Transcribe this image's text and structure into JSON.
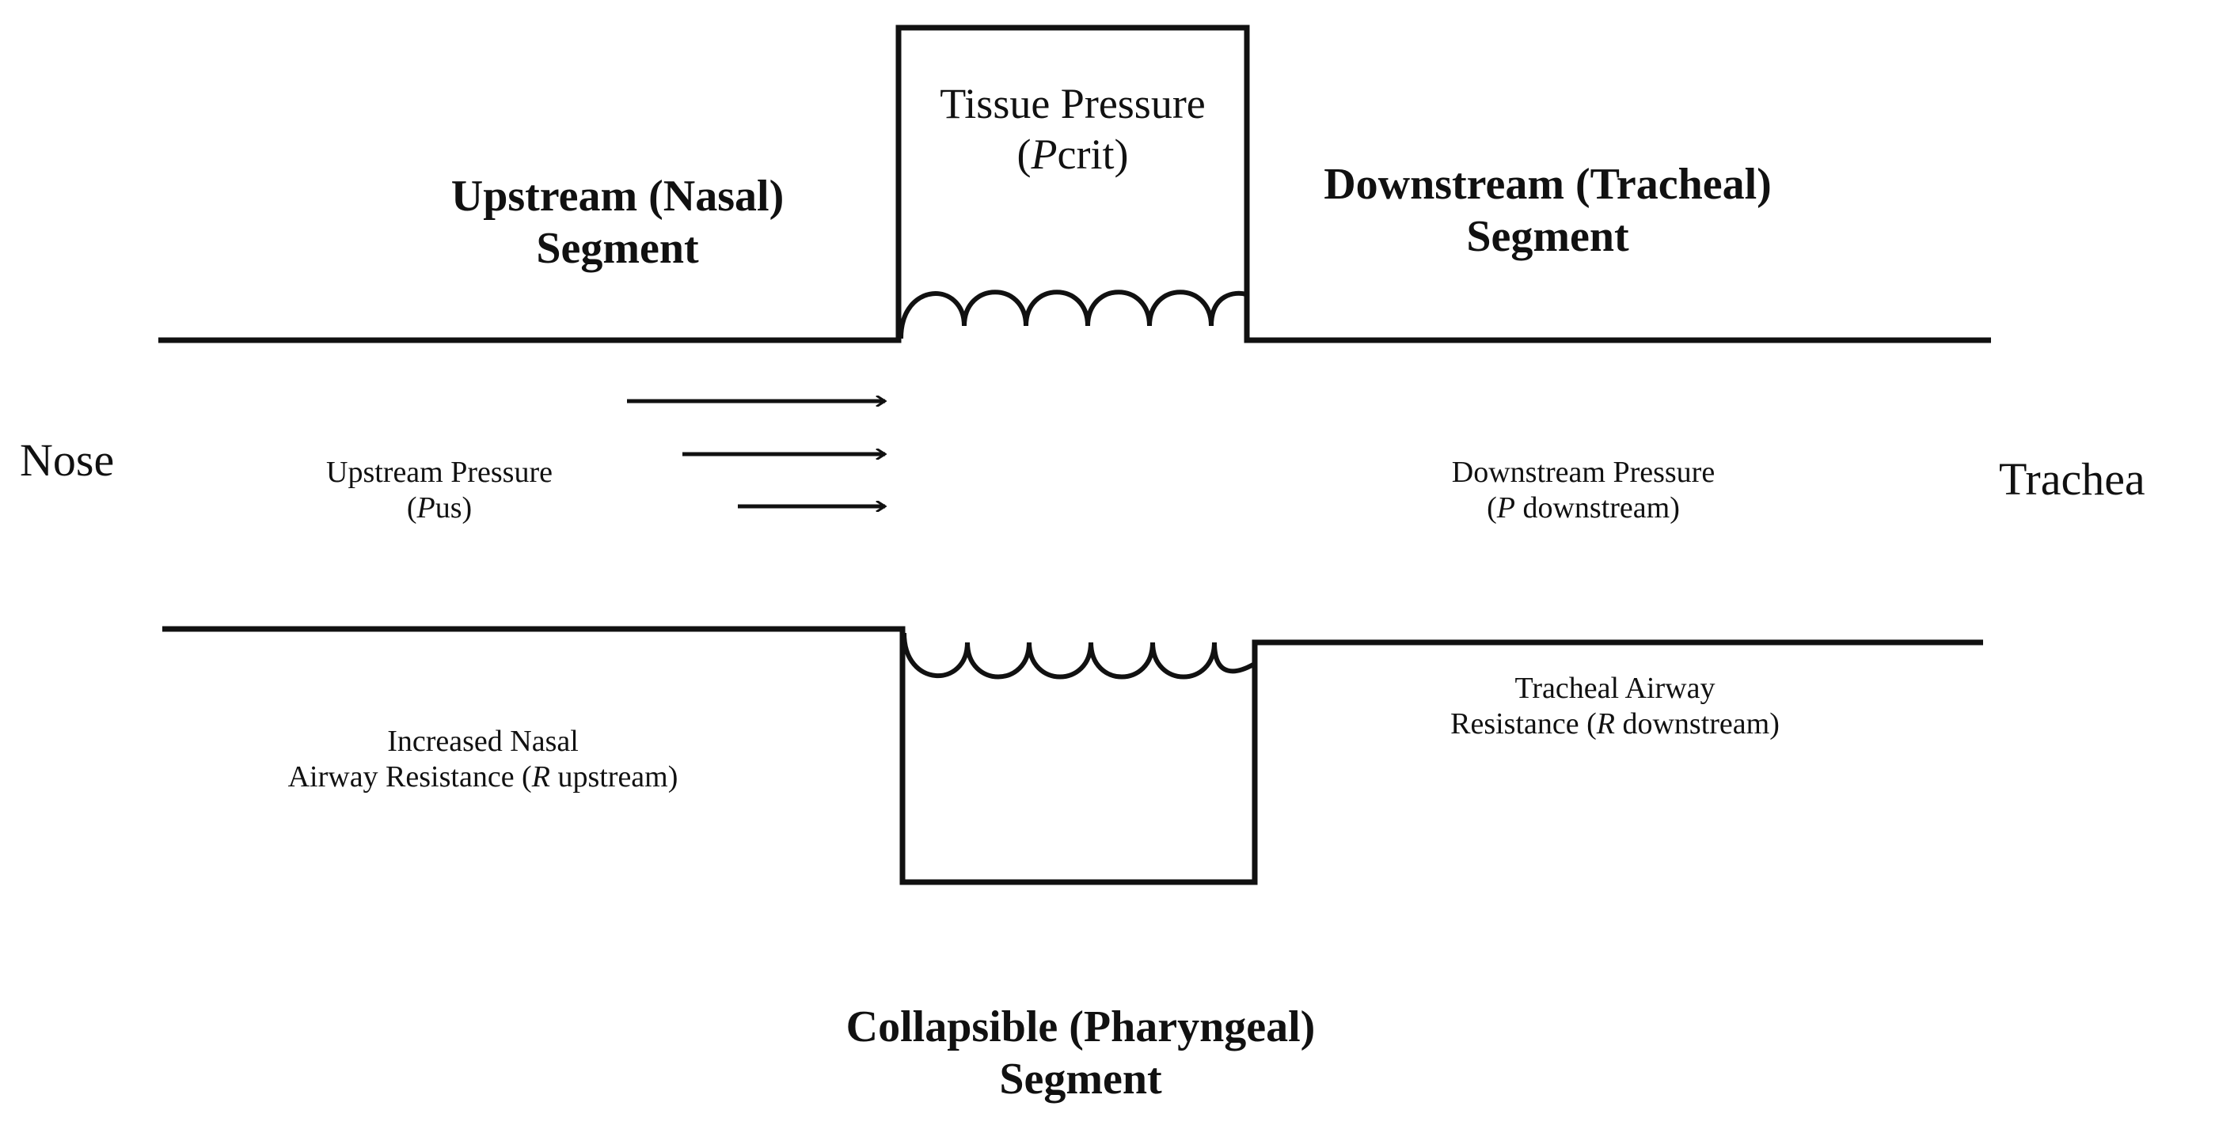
{
  "labels": {
    "nose": "Nose",
    "trachea": "Trachea",
    "upstream_segment": {
      "line1": "Upstream (Nasal)",
      "line2": "Segment"
    },
    "downstream_segment": {
      "line1": "Downstream (Tracheal)",
      "line2": "Segment"
    },
    "tissue_pressure": {
      "line1": "Tissue Pressure",
      "symbol_italic": "P",
      "symbol_rest": "crit"
    },
    "collapsible_segment": {
      "line1": "Collapsible (Pharyngeal)",
      "line2": "Segment"
    },
    "upstream_pressure": {
      "line1": "Upstream Pressure",
      "symbol_italic": "P",
      "symbol_rest": "us"
    },
    "downstream_pressure": {
      "line1": "Downstream Pressure",
      "symbol_italic": "P",
      "symbol_rest": " downstream"
    },
    "nasal_resistance": {
      "line1": "Increased Nasal",
      "line2_prefix": "Airway Resistance (",
      "symbol_italic": "R",
      "line2_suffix": " upstream)"
    },
    "tracheal_resistance": {
      "line1": "Tracheal Airway",
      "line2_prefix": "Resistance (",
      "symbol_italic": "R",
      "line2_suffix": " downstream)"
    }
  },
  "colors": {
    "stroke": "#111111",
    "background": "#ffffff"
  }
}
